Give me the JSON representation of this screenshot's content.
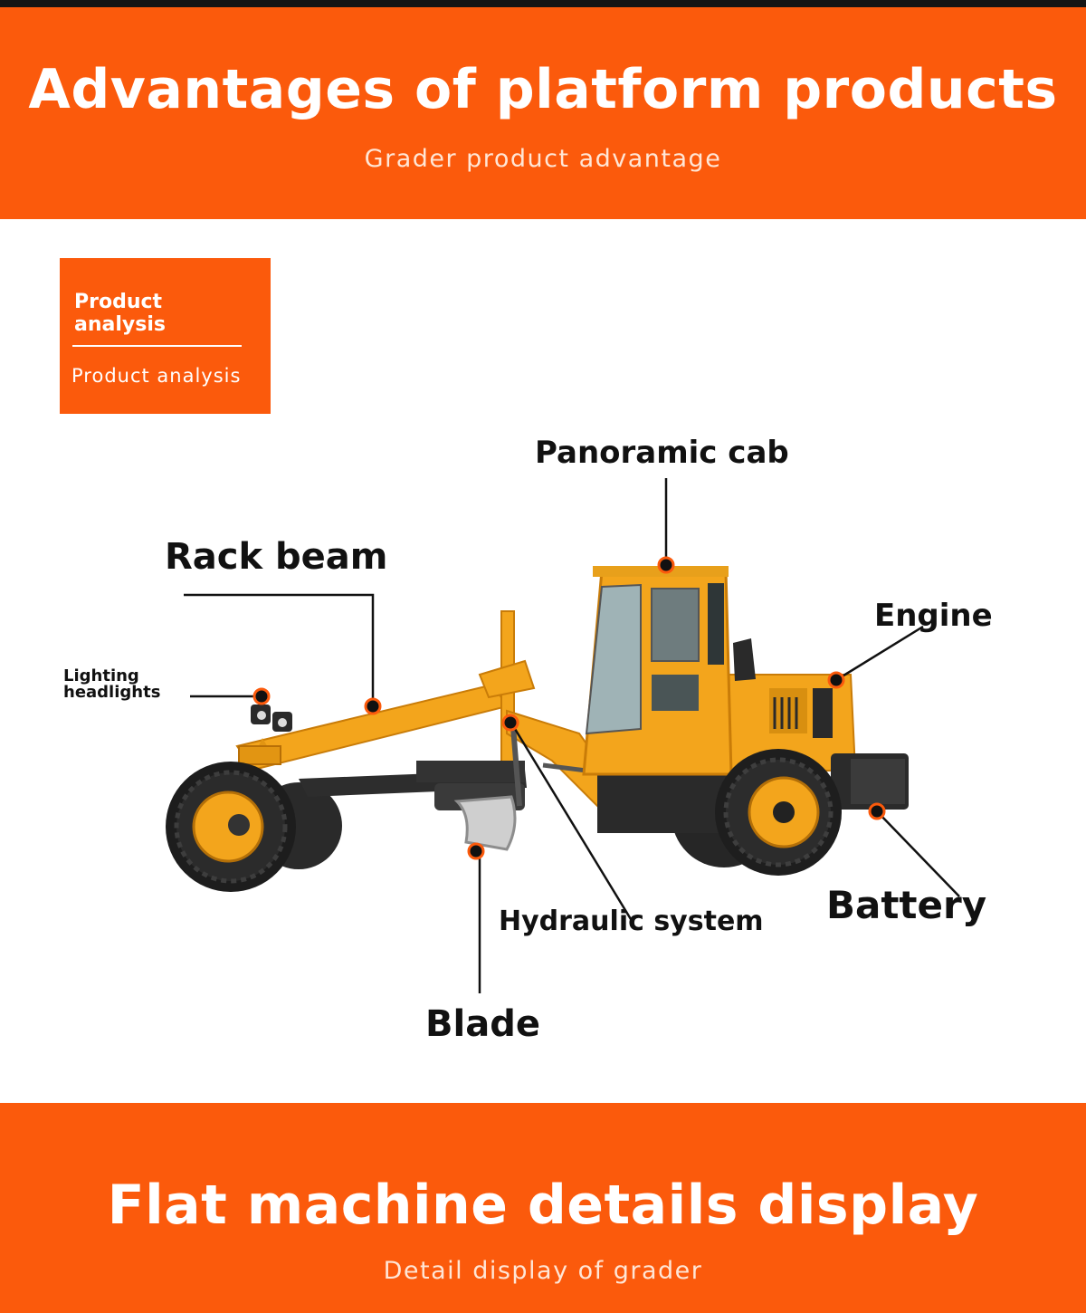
{
  "header": {
    "title": "Advantages of platform products",
    "subtitle": "Grader product advantage"
  },
  "badge": {
    "title": "Product analysis",
    "subtitle": "Product analysis"
  },
  "callouts": {
    "panoramic_cab": "Panoramic cab",
    "rack_beam": "Rack beam",
    "engine": "Engine",
    "lighting_headlights": "Lighting headlights",
    "hydraulic_system": "Hydraulic system",
    "battery": "Battery",
    "blade": "Blade"
  },
  "footer": {
    "title": "Flat machine details display",
    "subtitle": "Detail display of grader"
  },
  "colors": {
    "brand_orange": "#fb5a0c",
    "machine_yellow": "#f3a51c",
    "tire_black": "#1e1e1e"
  }
}
